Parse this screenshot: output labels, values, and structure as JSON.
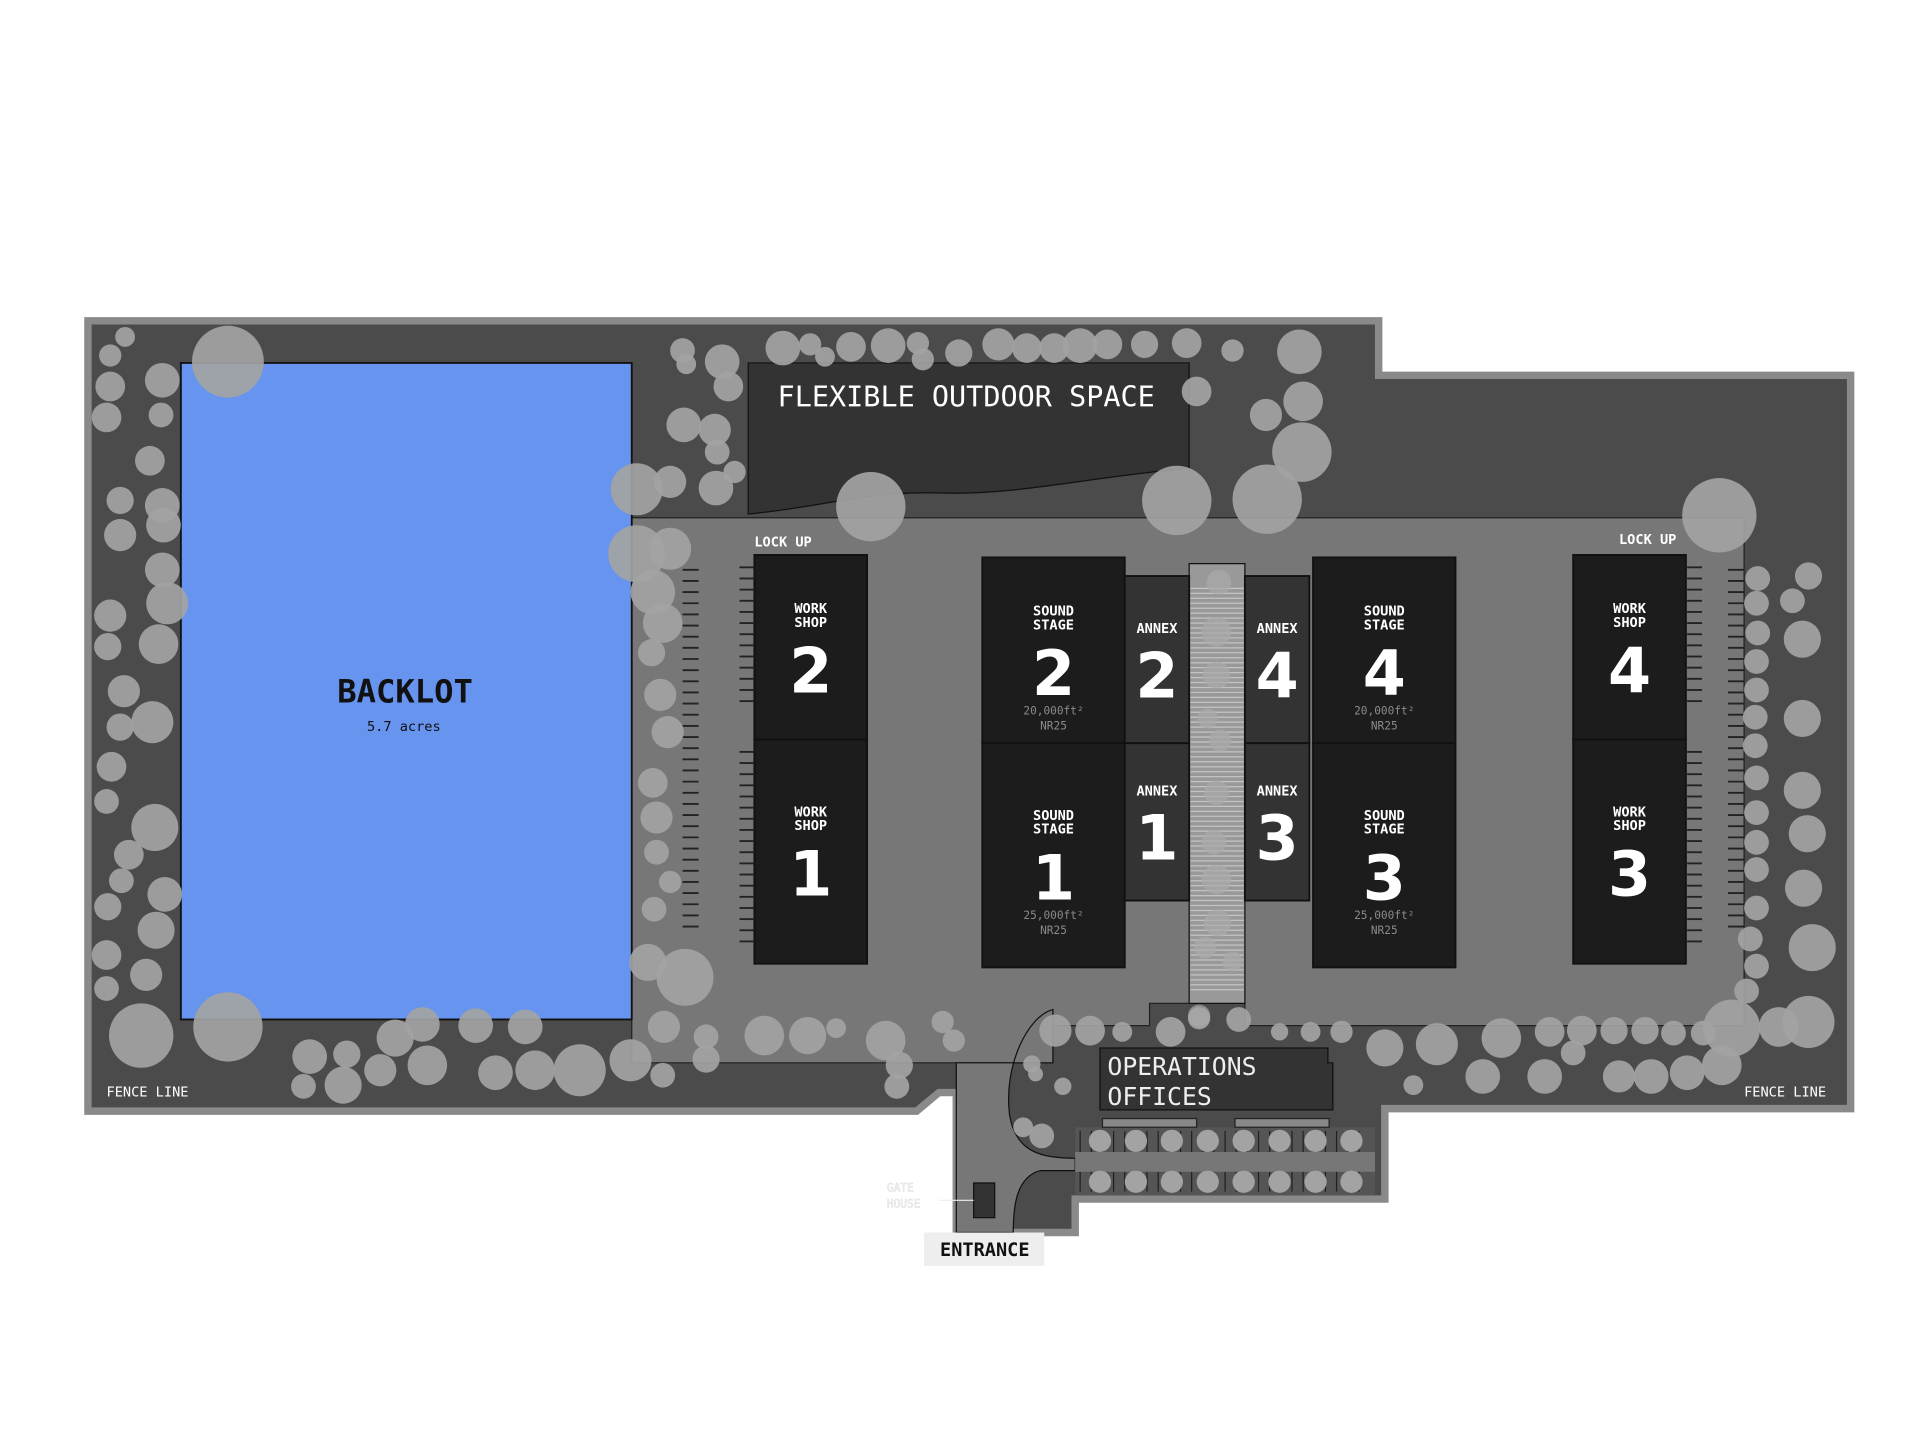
{
  "colors": {
    "backlot": "#6694ee",
    "ground": "#4b4b4b",
    "yard": "#777777",
    "building": "#1c1c1c",
    "annex": "#333333",
    "tree": "#a3a3a3"
  },
  "areas": {
    "backlot": {
      "title": "BACKLOT",
      "size": "5.7 acres"
    },
    "outdoor": {
      "title": "FLEXIBLE OUTDOOR SPACE"
    },
    "lockup_left": "LOCK UP",
    "lockup_right": "LOCK UP",
    "fence_left": "FENCE LINE",
    "fence_right": "FENCE LINE",
    "ops_line1": "OPERATIONS",
    "ops_line2": "OFFICES",
    "gate_line1": "GATE",
    "gate_line2": "HOUSE",
    "entrance": "ENTRANCE"
  },
  "workshops": [
    {
      "l1": "WORK",
      "l2": "SHOP",
      "num": "2"
    },
    {
      "l1": "WORK",
      "l2": "SHOP",
      "num": "1"
    },
    {
      "l1": "WORK",
      "l2": "SHOP",
      "num": "4"
    },
    {
      "l1": "WORK",
      "l2": "SHOP",
      "num": "3"
    }
  ],
  "stages": [
    {
      "l1": "SOUND",
      "l2": "STAGE",
      "num": "2",
      "area": "20,000ft²",
      "rating": "NR25"
    },
    {
      "l1": "SOUND",
      "l2": "STAGE",
      "num": "1",
      "area": "25,000ft²",
      "rating": "NR25"
    },
    {
      "l1": "SOUND",
      "l2": "STAGE",
      "num": "4",
      "area": "20,000ft²",
      "rating": "NR25"
    },
    {
      "l1": "SOUND",
      "l2": "STAGE",
      "num": "3",
      "area": "25,000ft²",
      "rating": "NR25"
    }
  ],
  "annexes": [
    {
      "label": "ANNEX",
      "num": "2"
    },
    {
      "label": "ANNEX",
      "num": "1"
    },
    {
      "label": "ANNEX",
      "num": "4"
    },
    {
      "label": "ANNEX",
      "num": "3"
    }
  ]
}
